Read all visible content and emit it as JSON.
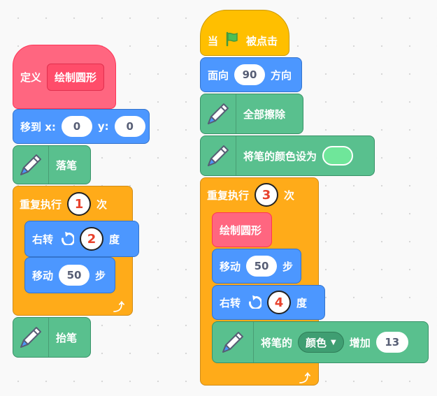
{
  "left_script": {
    "define": {
      "label": "定义",
      "proc_name": "绘制圆形"
    },
    "goto": {
      "label": "移到 x:",
      "x_value": "0",
      "y_label": "y:",
      "y_value": "0"
    },
    "pen_down": {
      "label": "落笔"
    },
    "repeat": {
      "label": "重复执行",
      "count_marker": "1",
      "suffix": "次"
    },
    "turn": {
      "label": "右转",
      "angle_marker": "2",
      "suffix": "度"
    },
    "move": {
      "label": "移动",
      "steps": "50",
      "suffix": "步"
    },
    "pen_up": {
      "label": "抬笔"
    }
  },
  "right_script": {
    "hat": {
      "label_when": "当",
      "label_clicked": "被点击"
    },
    "point": {
      "label": "面向",
      "value": "90",
      "suffix": "方向"
    },
    "clear": {
      "label": "全部擦除"
    },
    "set_color": {
      "label": "将笔的颜色设为",
      "color": "#6fe69a"
    },
    "repeat": {
      "label": "重复执行",
      "count_marker": "3",
      "suffix": "次"
    },
    "call": {
      "label": "绘制圆形"
    },
    "move": {
      "label": "移动",
      "steps": "50",
      "suffix": "步"
    },
    "turn": {
      "label": "右转",
      "angle_marker": "4",
      "suffix": "度"
    },
    "change_pen": {
      "label": "将笔的",
      "param": "颜色",
      "middle": "增加",
      "value": "13"
    }
  },
  "colors": {
    "motion": "#4c97ff",
    "pen": "#59c08e",
    "control": "#ffab19",
    "events": "#ffbf00",
    "custom": "#ff6680",
    "marker": "#e8412c"
  }
}
